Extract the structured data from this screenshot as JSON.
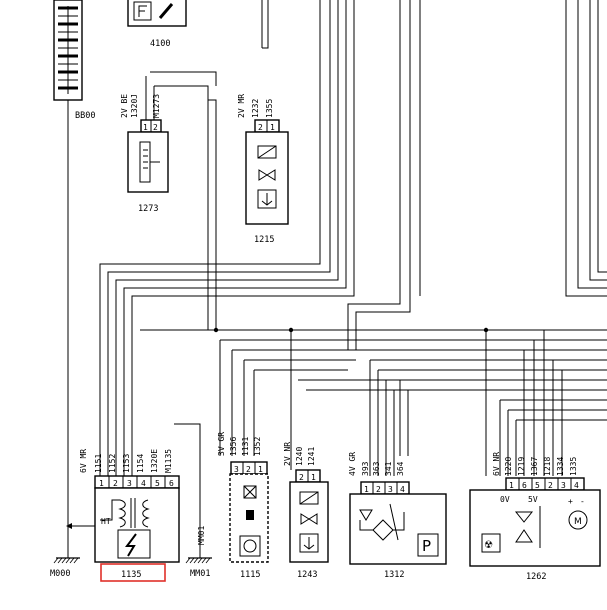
{
  "components": {
    "c4100": {
      "label": "4100"
    },
    "bb00": {
      "label": "BB00"
    },
    "c1273": {
      "label": "1273",
      "connector": "2V BE",
      "wires": [
        "1320J",
        "M1273"
      ],
      "pins": [
        "1",
        "2"
      ]
    },
    "c1215": {
      "label": "1215",
      "connector": "2V MR",
      "wires": [
        "1232",
        "1355"
      ],
      "pins": [
        "2",
        "1"
      ]
    },
    "c1135": {
      "label": "1135",
      "connector": "6V MR",
      "wires": [
        "1151",
        "1152",
        "1153",
        "1154",
        "1320E",
        "M1135"
      ],
      "pins": [
        "1",
        "2",
        "3",
        "4",
        "5",
        "6"
      ],
      "text_ht": "HT"
    },
    "c1115": {
      "label": "1115",
      "connector": "3V GR",
      "wires": [
        "1356",
        "1131",
        "1352"
      ],
      "pins": [
        "3",
        "2",
        "1"
      ]
    },
    "c1243": {
      "label": "1243",
      "connector": "2V NR",
      "wires": [
        "1240",
        "1241"
      ],
      "pins": [
        "2",
        "1"
      ]
    },
    "c1312": {
      "label": "1312",
      "connector": "4V GR",
      "wires": [
        "393",
        "363",
        "341",
        "364"
      ],
      "pins": [
        "1",
        "2",
        "3",
        "4"
      ],
      "symbol_p": "P"
    },
    "c1262": {
      "label": "1262",
      "connector": "6V NR",
      "wires": [
        "1220",
        "1219",
        "1367",
        "1218",
        "1334",
        "1335"
      ],
      "pins": [
        "1",
        "6",
        "5",
        "2",
        "3",
        "4"
      ],
      "text_0v": "0V",
      "text_5v": "5V",
      "text_m": "M"
    }
  },
  "grounds": {
    "m000": "M000",
    "mm01": "MM01",
    "mm01_vertical": "MM01"
  },
  "highlight": {
    "target": "1135",
    "color": "#e0302a"
  }
}
